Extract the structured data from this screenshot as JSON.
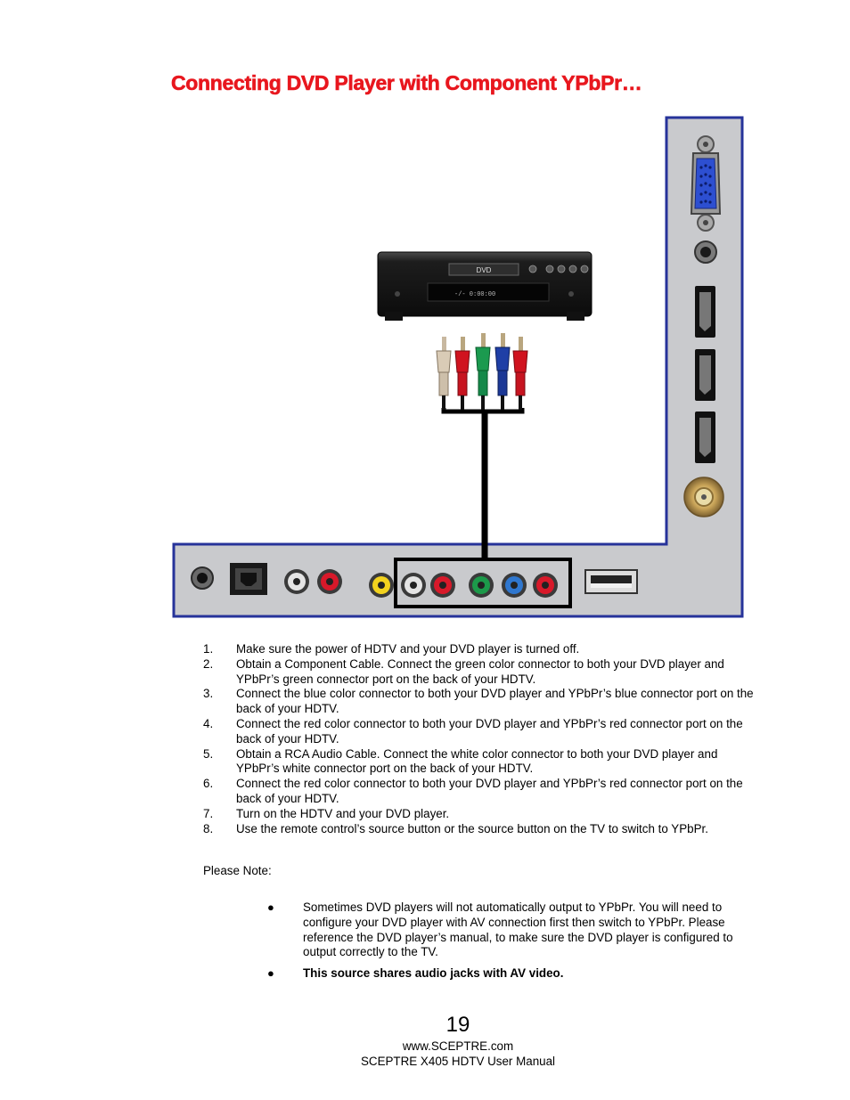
{
  "title": "Connecting DVD Player with Component YPbPr…",
  "dvd": {
    "label": "DVD",
    "display": "-/- 0:00:00"
  },
  "steps": [
    {
      "num": "1.",
      "text": "Make sure the power of HDTV and your DVD player is turned off."
    },
    {
      "num": "2.",
      "text": "Obtain a Component Cable. Connect the green color connector to both your DVD player and YPbPr’s green connector port on the back of your HDTV."
    },
    {
      "num": "3.",
      "text": "Connect the blue color connector to both your DVD player and YPbPr’s blue connector port on the back of your HDTV."
    },
    {
      "num": "4.",
      "text": "Connect the red color connector to both your DVD player and YPbPr’s red connector port on the back of your HDTV."
    },
    {
      "num": "5.",
      "text": "Obtain a RCA Audio Cable.  Connect the white color connector to both your DVD player and YPbPr’s white connector port on the back of your HDTV."
    },
    {
      "num": "6.",
      "text": "Connect the red color connector to both your DVD player and YPbPr’s red connector port on the back of your HDTV."
    },
    {
      "num": "7.",
      "text": "Turn on the HDTV and your DVD player."
    },
    {
      "num": "8.",
      "text": "Use the remote control’s source button or the source button on the TV to switch to YPbPr."
    }
  ],
  "note_label": "Please Note:",
  "notes": [
    {
      "bullet": "●",
      "text": "Sometimes DVD players will not automatically output to YPbPr.  You will need to configure your DVD player with AV connection first then switch to YPbPr.  Please reference the DVD player’s manual, to make sure the DVD player is configured to output correctly to the TV."
    },
    {
      "bullet": "●",
      "text": "This source shares audio jacks with AV video."
    }
  ],
  "footer": {
    "page_number": "19",
    "website": "www.SCEPTRE.com",
    "manual": "SCEPTRE X405 HDTV User Manual"
  },
  "colors": {
    "title": "#e8171e",
    "panel": "#c9cacd",
    "panel_border": "#26339a",
    "jack_red": "#d8192a",
    "jack_green": "#1c9a4a",
    "jack_blue": "#2f77cf",
    "jack_yellow": "#f2d21e",
    "jack_white": "#e4e4e4"
  }
}
